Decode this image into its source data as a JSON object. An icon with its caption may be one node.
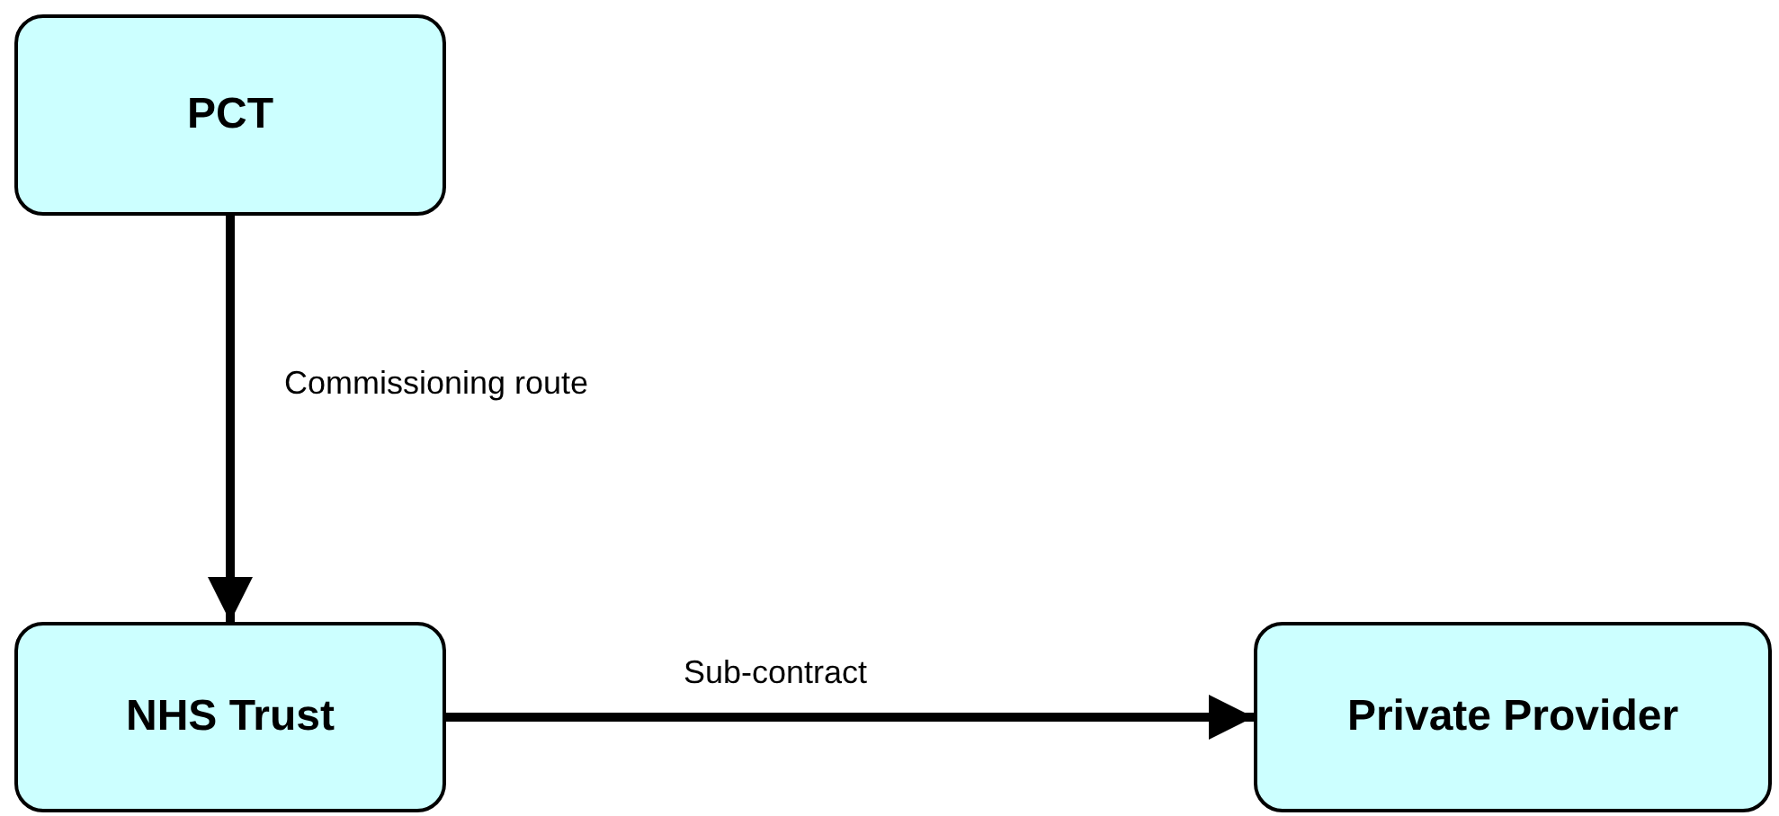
{
  "diagram": {
    "nodes": [
      {
        "text": [
          "PCT"
        ]
      },
      {
        "text": [
          "NHS Trust"
        ]
      },
      {
        "text": [
          "Private Provider"
        ]
      }
    ],
    "edges": [
      {
        "from": 0,
        "to": 1,
        "arrow": "to",
        "label": "Commissioning route"
      },
      {
        "from": 1,
        "to": 2,
        "arrow": "to",
        "label": "Sub-contract"
      }
    ]
  }
}
